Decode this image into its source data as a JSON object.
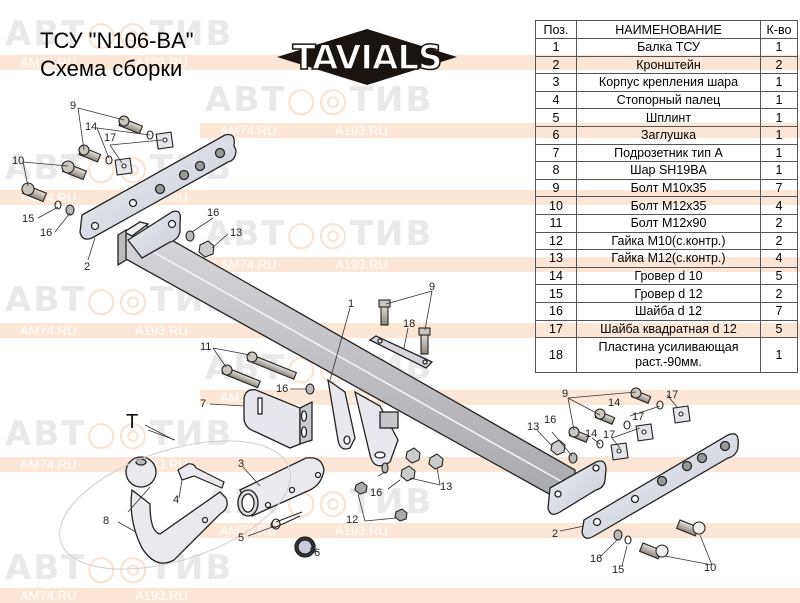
{
  "title": {
    "line1": "ТСУ  \"N106-BA\"",
    "line2": "Схема сборки"
  },
  "logo": {
    "text": "TAVIALS"
  },
  "watermark": {
    "brand_left": "АВТ",
    "brand_right": "ТИВ",
    "site1": "AM74.RU",
    "site2": "A193.RU"
  },
  "table": {
    "headers": [
      "Поз.",
      "НАИМЕНОВАНИЕ",
      "К-во"
    ],
    "rows": [
      {
        "pos": "1",
        "name": "Балка ТСУ",
        "qty": "1"
      },
      {
        "pos": "2",
        "name": "Кронштейн",
        "qty": "2"
      },
      {
        "pos": "3",
        "name": "Корпус крепления шара",
        "qty": "1"
      },
      {
        "pos": "4",
        "name": "Стопорный палец",
        "qty": "1"
      },
      {
        "pos": "5",
        "name": "Шплинт",
        "qty": "1"
      },
      {
        "pos": "6",
        "name": "Заглушка",
        "qty": "1"
      },
      {
        "pos": "7",
        "name": "Подрозетник тип А",
        "qty": "1"
      },
      {
        "pos": "8",
        "name": "Шар SH19BA",
        "qty": "1"
      },
      {
        "pos": "9",
        "name": "Болт М10х35",
        "qty": "7"
      },
      {
        "pos": "10",
        "name": "Болт М12х35",
        "qty": "4"
      },
      {
        "pos": "11",
        "name": "Болт М12х90",
        "qty": "2"
      },
      {
        "pos": "12",
        "name": "Гайка М10(с.контр.)",
        "qty": "2"
      },
      {
        "pos": "13",
        "name": "Гайка М12(с.контр.)",
        "qty": "4"
      },
      {
        "pos": "14",
        "name": "Гровер d 10",
        "qty": "5"
      },
      {
        "pos": "15",
        "name": "Гровер d 12",
        "qty": "2"
      },
      {
        "pos": "16",
        "name": "Шайба d 12",
        "qty": "7"
      },
      {
        "pos": "17",
        "name": "Шайба квадратная d 12",
        "qty": "5"
      },
      {
        "pos": "18",
        "name": "Пластина усиливающая раст.-90мм.",
        "qty": "1"
      }
    ]
  },
  "callouts": {
    "c1": "1",
    "c2": "2",
    "c3": "3",
    "c4": "4",
    "c5": "5",
    "c6": "6",
    "c7": "7",
    "c8": "8",
    "c9": "9",
    "c10": "10",
    "c11": "11",
    "c12": "12",
    "c13": "13",
    "c14": "14",
    "c15": "15",
    "c16": "16",
    "c17": "17",
    "c18": "18",
    "T": "T"
  }
}
